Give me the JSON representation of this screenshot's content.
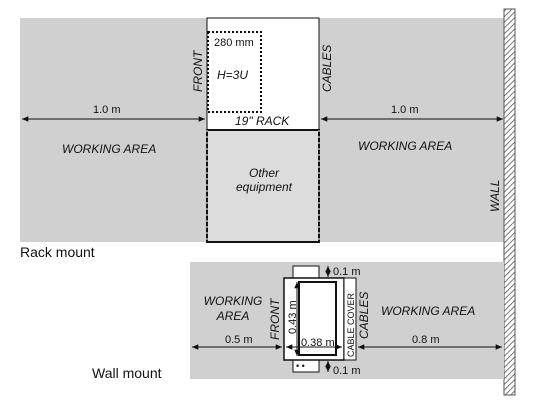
{
  "colors": {
    "area_fill": "#d0d0d0",
    "rack_fill": "#ffffff",
    "equipment_fill": "#dcdcdc",
    "wall_hatch": "#555555",
    "line": "#111111"
  },
  "rack_mount": {
    "section_label": "Rack mount",
    "working_area_left": "WORKING AREA",
    "working_area_right": "WORKING AREA",
    "dim_left": "1.0 m",
    "dim_right": "1.0 m",
    "front_label": "FRONT",
    "cables_label": "CABLES",
    "device_depth": "280 mm",
    "device_height": "H=3U",
    "rack_label": "19\" RACK",
    "other_equipment": "Other equipment",
    "wall_label": "WALL"
  },
  "wall_mount": {
    "section_label": "Wall mount",
    "working_area_left": "WORKING AREA",
    "working_area_right": "WORKING AREA",
    "front_label": "FRONT",
    "cables_label": "CABLES",
    "cable_cover_label": "CABLE COVER",
    "dim_left": "0.5 m",
    "dim_width": "0.38 m",
    "dim_right": "0.8 m",
    "dim_height": "0.43 m",
    "clearance_top": "0.1 m",
    "clearance_bottom": "0.1 m"
  }
}
